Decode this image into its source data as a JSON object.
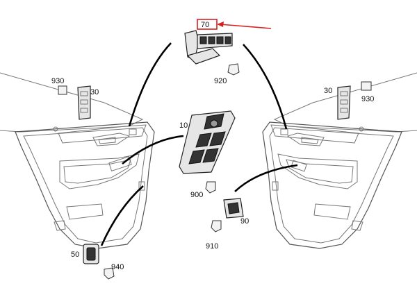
{
  "labels": {
    "l70": "70",
    "l920": "920",
    "l930_left": "930",
    "l30_left": "30",
    "l30_right": "30",
    "l930_right": "930",
    "l10": "10",
    "l900": "900",
    "l90": "90",
    "l910": "910",
    "l50": "50",
    "l940": "940"
  },
  "colors": {
    "highlight": "#d62020",
    "line": "#000000",
    "part_fill": "#e6e6e6"
  },
  "icons": [
    "arrow-icon",
    "connector-icon",
    "switch-icon"
  ]
}
